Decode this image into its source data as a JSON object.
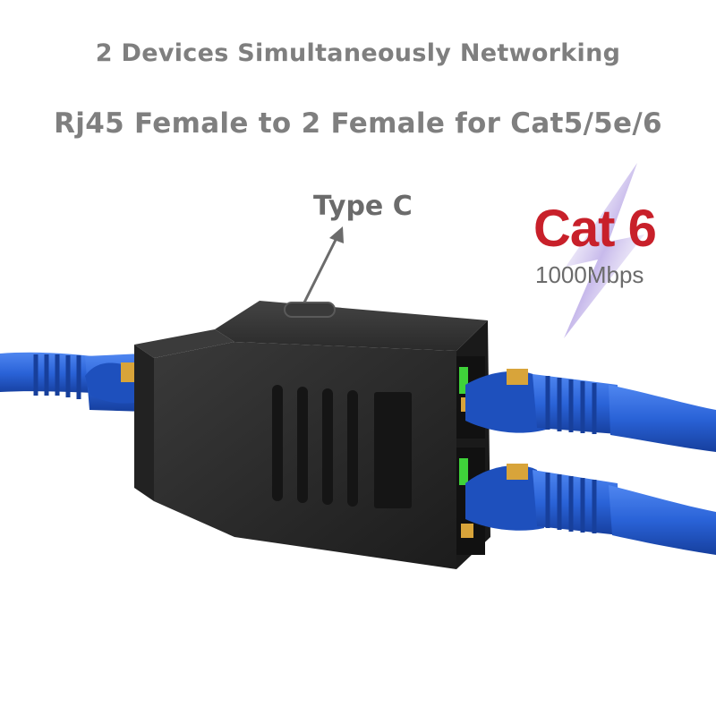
{
  "headlines": {
    "line1": "2 Devices Simultaneously Networking",
    "line2": "Rj45 Female to 2 Female for Cat5/5e/6"
  },
  "callout": {
    "label": "Type C"
  },
  "badge": {
    "title": "Cat 6",
    "speed": "1000Mbps"
  },
  "colors": {
    "headline_text": "#7f7f7f",
    "badge_red": "#c8202a",
    "badge_gray": "#6b6b6b",
    "cable_blue": "#2a63d8",
    "adapter_body": "#2b2b2b",
    "led_green": "#3fd23a",
    "contact_gold": "#d8a43a",
    "bolt_purple": "#b9a8e6"
  }
}
